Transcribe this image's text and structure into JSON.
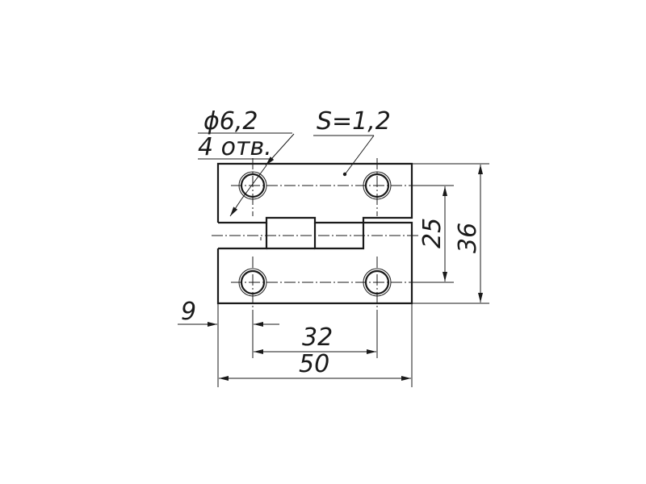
{
  "annotations": {
    "hole_diameter": "ϕ6,2",
    "hole_count": "4 отв.",
    "thickness": "S=1,2"
  },
  "dimensions": {
    "overall_width": "50",
    "hole_spacing_x": "32",
    "hole_offset_x": "9",
    "hole_spacing_y": "25",
    "overall_height": "36"
  }
}
